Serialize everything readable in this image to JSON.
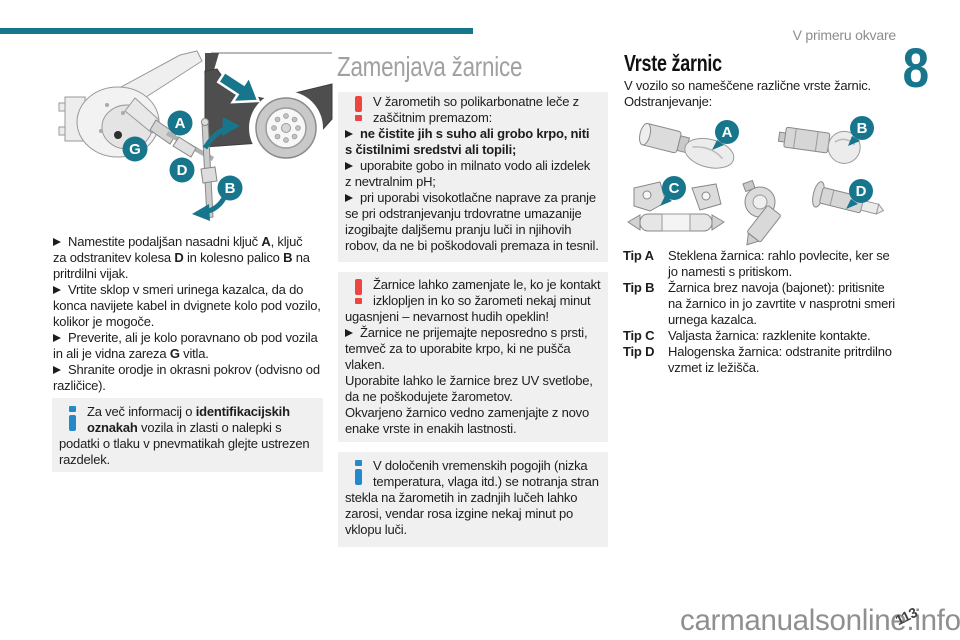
{
  "header": {
    "running_title": "V primeru okvare",
    "chapter_number": "8"
  },
  "footer": {
    "watermark": "carmanualsonline.info",
    "page_number": "113"
  },
  "colors": {
    "accent_teal": "#17768c",
    "warning_red": "#ee4540",
    "info_blue": "#2589c9",
    "box_gray": "#f0f0f0"
  },
  "left_column": {
    "figure_labels": {
      "a": "A",
      "g": "G",
      "d": "D",
      "b": "B"
    },
    "steps": [
      [
        {
          "t": "Namestite podaljšan nasadni ključ "
        },
        {
          "t": "A",
          "b": 1
        },
        {
          "t": ", ključ"
        },
        {
          "br": 1
        },
        {
          "t": "za odstranitev kolesa "
        },
        {
          "t": "D",
          "b": 1
        },
        {
          "t": " in kolesno palico "
        },
        {
          "t": "B",
          "b": 1
        },
        {
          "t": " na"
        },
        {
          "br": 1
        },
        {
          "t": "pritrdilni vijak."
        }
      ],
      [
        {
          "t": "Vrtite sklop v smeri urinega kazalca, da do"
        },
        {
          "br": 1
        },
        {
          "t": "konca navijete kabel in dvignete kolo pod vozilo,"
        },
        {
          "br": 1
        },
        {
          "t": "kolikor je mogoče."
        }
      ],
      [
        {
          "t": "Preverite, ali je kolo poravnano ob pod vozila"
        },
        {
          "br": 1
        },
        {
          "t": "in ali je vidna zareza "
        },
        {
          "t": "G",
          "b": 1
        },
        {
          "t": " vitla."
        }
      ],
      [
        {
          "t": "Shranite orodje in okrasni pokrov (odvisno od"
        },
        {
          "br": 1
        },
        {
          "t": "različice)."
        }
      ]
    ],
    "info_note": [
      {
        "t": "Za več informacij o "
      },
      {
        "t": "identifikacijskih",
        "b": 1
      },
      {
        "br": 1
      },
      {
        "t": "oznakah",
        "b": 1
      },
      {
        "t": " vozila in zlasti o nalepki s"
      },
      {
        "br": 1
      },
      {
        "t": "podatki o tlaku v pnevmatikah glejte ustrezen"
      },
      {
        "br": 1
      },
      {
        "t": "razdelek."
      }
    ]
  },
  "middle_column": {
    "title": "Zamenjava žarnice",
    "warning_1": {
      "intro": [
        {
          "t": "V žarometih so polikarbonatne leče z"
        },
        {
          "br": 1
        },
        {
          "t": "zaščitnim premazom:"
        }
      ],
      "bullets": [
        [
          {
            "t": "ne čistite jih s suho ali grobo krpo, niti",
            "b": 1
          },
          {
            "br": 1
          },
          {
            "t": "s čistilnimi sredstvi ali topili;",
            "b": 1
          }
        ],
        [
          {
            "t": "uporabite gobo in milnato vodo ali izdelek"
          },
          {
            "br": 1
          },
          {
            "t": "z nevtralnim pH;"
          }
        ],
        [
          {
            "t": "pri uporabi visokotlačne naprave za pranje"
          },
          {
            "br": 1
          },
          {
            "t": "se pri odstranjevanju trdovratne umazanije"
          },
          {
            "br": 1
          },
          {
            "t": "izogibajte daljšemu pranju luči in njihovih"
          },
          {
            "br": 1
          },
          {
            "t": "robov, da ne bi poškodovali premaza in tesnil."
          }
        ]
      ]
    },
    "warning_2": {
      "intro": [
        {
          "t": "Žarnice lahko zamenjate le, ko je kontakt"
        },
        {
          "br": 1
        },
        {
          "t": "izklopljen in ko so žarometi nekaj minut"
        },
        {
          "br": 1
        },
        {
          "t": "ugasnjeni – nevarnost hudih opeklin!"
        }
      ],
      "bullet": [
        {
          "t": "Žarnice ne prijemajte neposredno s prsti,"
        },
        {
          "br": 1
        },
        {
          "t": "temveč za to uporabite krpo, ki ne pušča"
        },
        {
          "br": 1
        },
        {
          "t": "vlaken."
        }
      ],
      "para_1": [
        {
          "t": "Uporabite lahko le žarnice brez UV svetlobe,"
        },
        {
          "br": 1
        },
        {
          "t": "da ne poškodujete žarometov."
        }
      ],
      "para_2": [
        {
          "t": "Okvarjeno žarnico vedno zamenjajte z novo"
        },
        {
          "br": 1
        },
        {
          "t": "enake vrste in enakih lastnosti."
        }
      ]
    },
    "info_note": [
      {
        "t": "V določenih vremenskih pogojih (nizka"
      },
      {
        "br": 1
      },
      {
        "t": "temperatura, vlaga itd.) se notranja stran"
      },
      {
        "br": 1
      },
      {
        "t": "stekla na žarometih in zadnjih lučeh lahko"
      },
      {
        "br": 1
      },
      {
        "t": "zarosi, vendar rosa izgine nekaj minut po"
      },
      {
        "br": 1
      },
      {
        "t": "vklopu luči."
      }
    ]
  },
  "right_column": {
    "title": "Vrste žarnic",
    "intro_lines": [
      "V vozilo so nameščene različne vrste žarnic.",
      "Odstranjevanje:"
    ],
    "figure_labels": {
      "a": "A",
      "b": "B",
      "c": "C",
      "d": "D"
    },
    "tips": [
      {
        "label": "Tip A",
        "text": [
          {
            "t": "Steklena žarnica: rahlo povlecite, ker se"
          },
          {
            "br": 1
          },
          {
            "t": "jo namesti s pritiskom."
          }
        ]
      },
      {
        "label": "Tip B",
        "text": [
          {
            "t": "Žarnica brez navoja (bajonet): pritisnite"
          },
          {
            "br": 1
          },
          {
            "t": "na žarnico in jo zavrtite v nasprotni smeri"
          },
          {
            "br": 1
          },
          {
            "t": "urnega kazalca."
          }
        ]
      },
      {
        "label": "Tip C",
        "text": [
          {
            "t": "Valjasta žarnica: razklenite kontakte."
          }
        ]
      },
      {
        "label": "Tip D",
        "text": [
          {
            "t": "Halogenska žarnica: odstranite pritrdilno"
          },
          {
            "br": 1
          },
          {
            "t": "vzmet iz ležišča."
          }
        ]
      }
    ]
  }
}
